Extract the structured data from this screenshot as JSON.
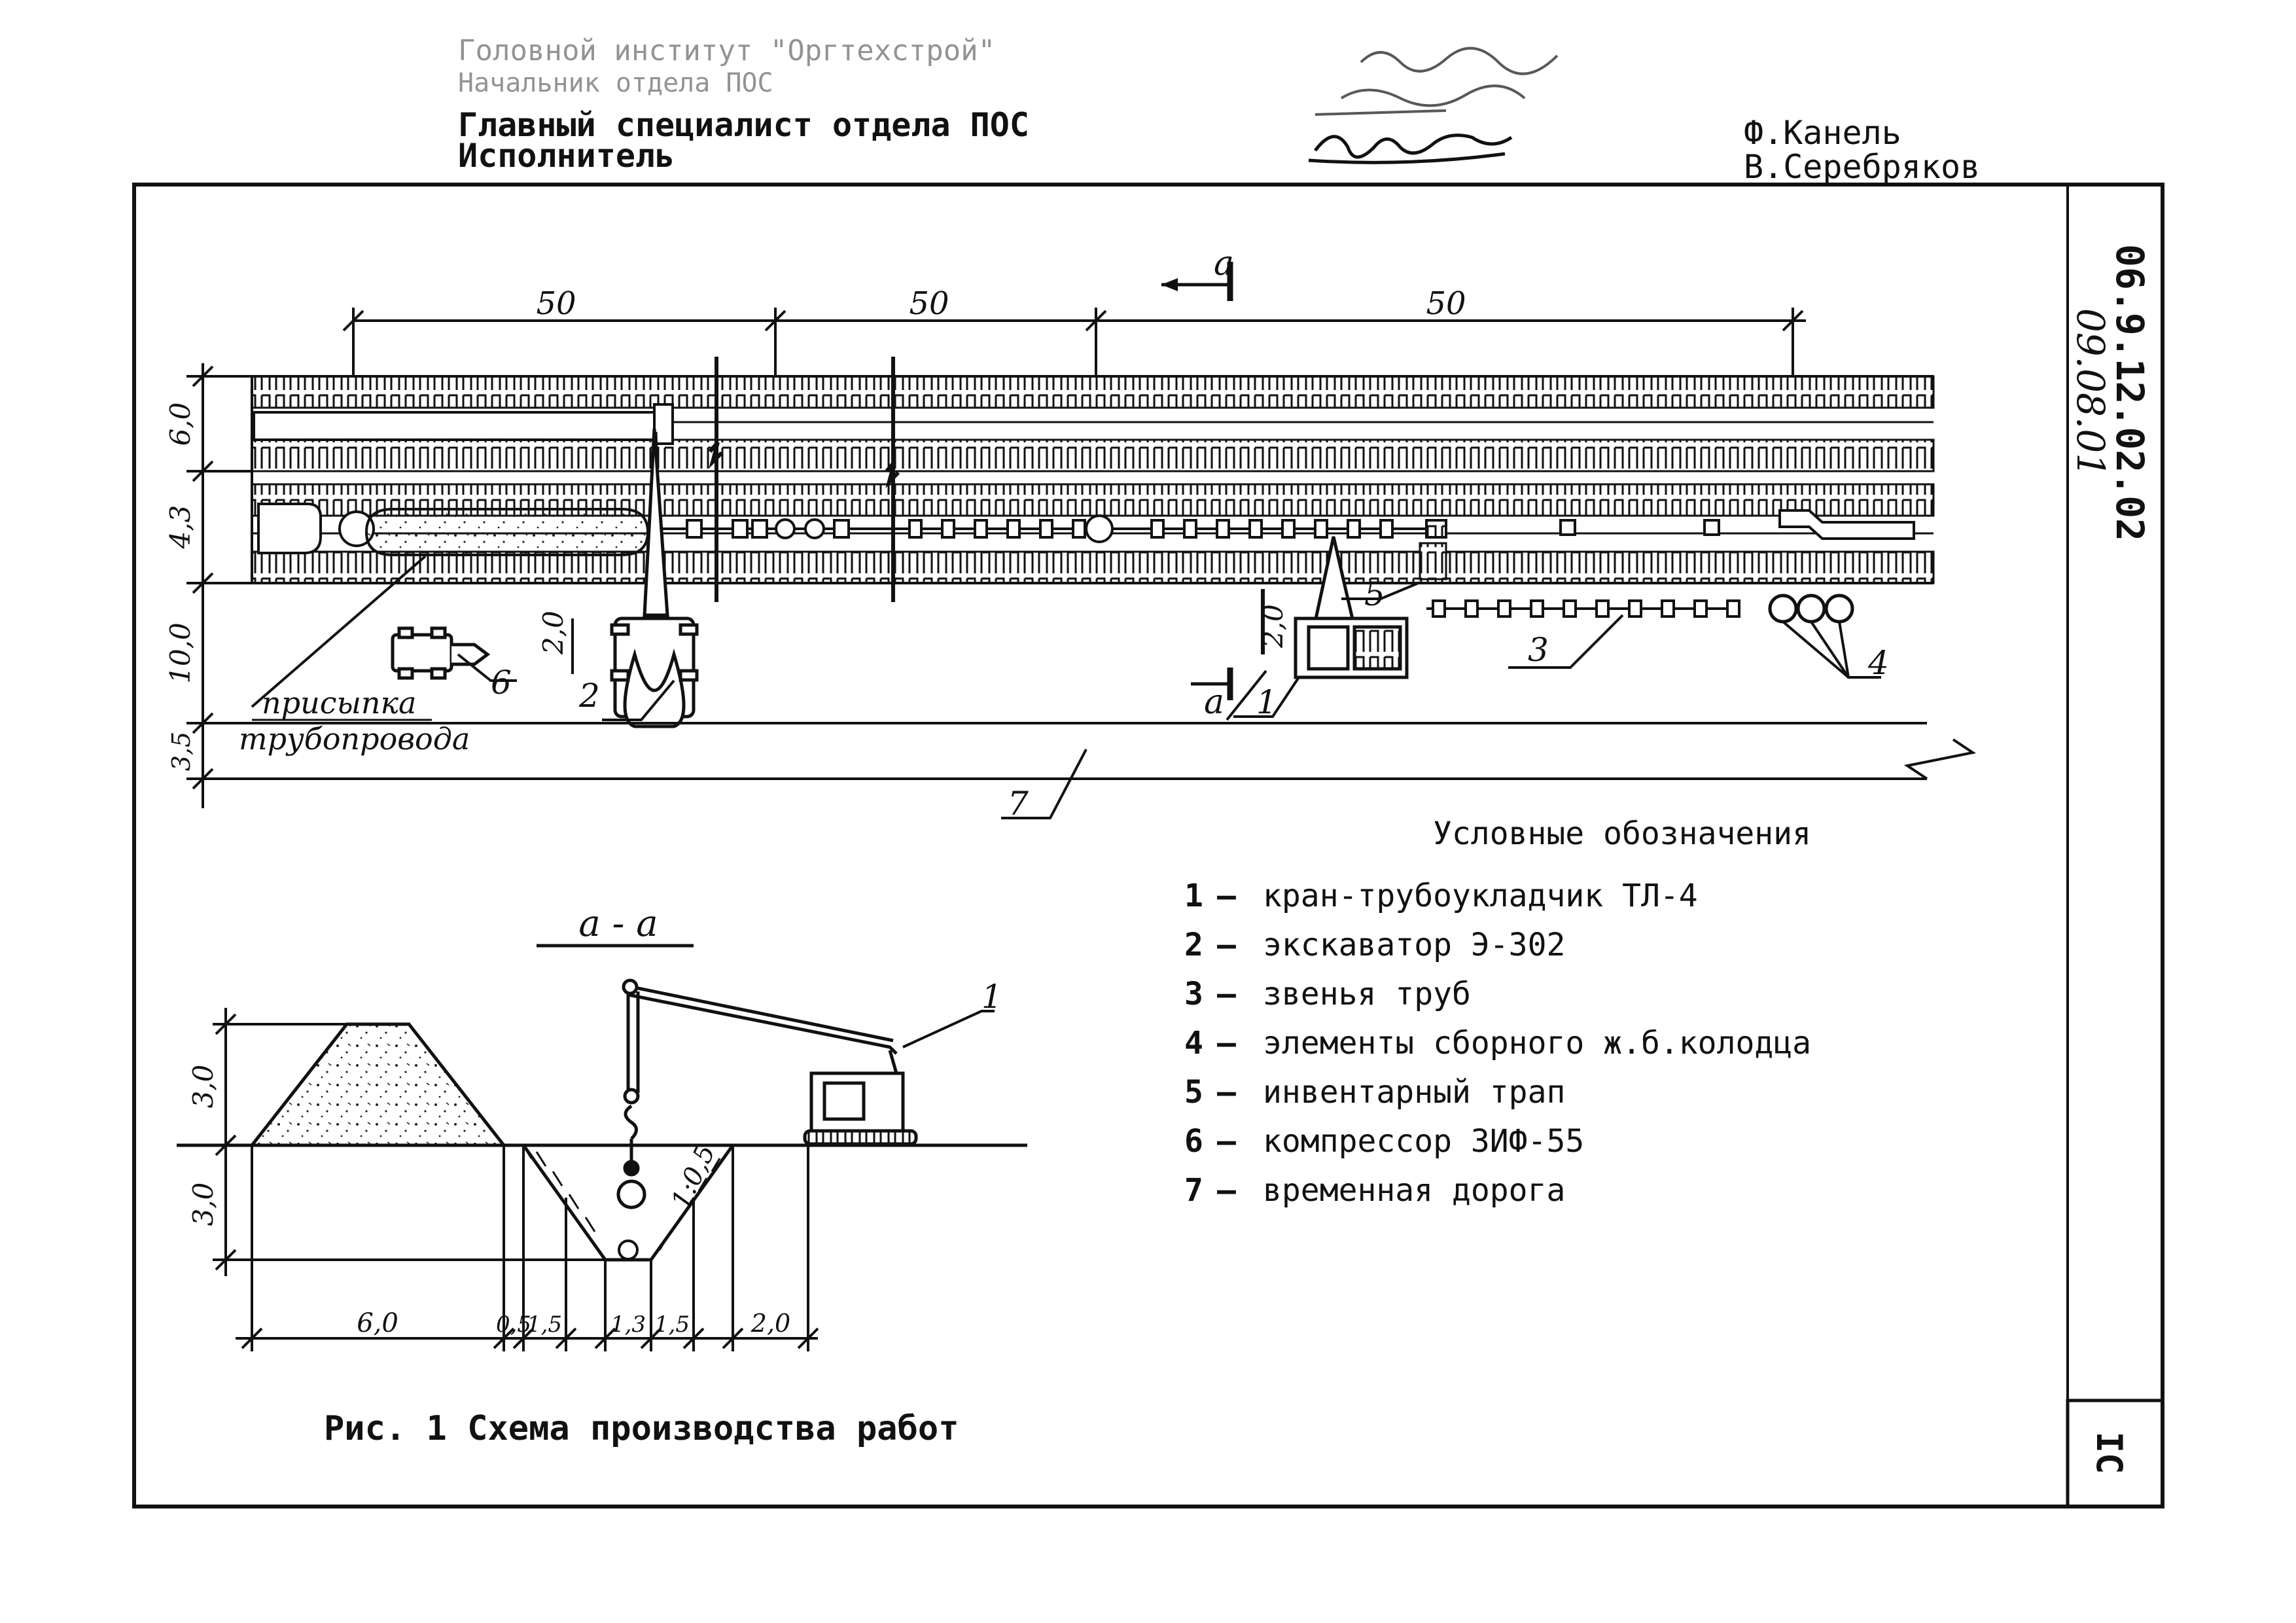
{
  "header": {
    "org_line_1": "Головной институт \"Оргтехстрой\"",
    "org_line_2": "Начальник отдела ПОС",
    "chief_title": "Главный специалист отдела ПОС",
    "executor_title": "Исполнитель",
    "chief_name": "Ф.Канель",
    "executor_name": "В.Серебряков"
  },
  "stamp": {
    "code": "06.9.12.02.02",
    "date_handwritten": "09.08.01",
    "page": "IC"
  },
  "plan": {
    "dims_top": [
      "50",
      "50",
      "50"
    ],
    "dims_left": [
      "6,0",
      "4,3",
      "10,0",
      "3,5"
    ],
    "dim_small": "2,0",
    "section_mark": "а",
    "backfill_label_1": "присыпка",
    "backfill_label_2": "трубопровода",
    "callouts": [
      "1",
      "2",
      "3",
      "4",
      "5",
      "6",
      "7"
    ]
  },
  "section": {
    "title": "а - а",
    "dims_vertical": [
      "3,0",
      "3,0"
    ],
    "dims_bottom": [
      "6,0",
      "0,5",
      "1,5",
      "1,3",
      "1,5",
      "2,0"
    ],
    "slope": "1:0,5",
    "callout": "1"
  },
  "legend": {
    "title": "Условные обозначения",
    "items": [
      {
        "num": "1",
        "text": "кран-трубоукладчик ТЛ-4"
      },
      {
        "num": "2",
        "text": "экскаватор Э-302"
      },
      {
        "num": "3",
        "text": "звенья труб"
      },
      {
        "num": "4",
        "text": "элементы сборного ж.б.колодца"
      },
      {
        "num": "5",
        "text": "инвентарный трап"
      },
      {
        "num": "6",
        "text": "компрессор ЗИФ-55"
      },
      {
        "num": "7",
        "text": "временная дорога"
      }
    ]
  },
  "caption": "Рис. 1 Схема производства работ"
}
